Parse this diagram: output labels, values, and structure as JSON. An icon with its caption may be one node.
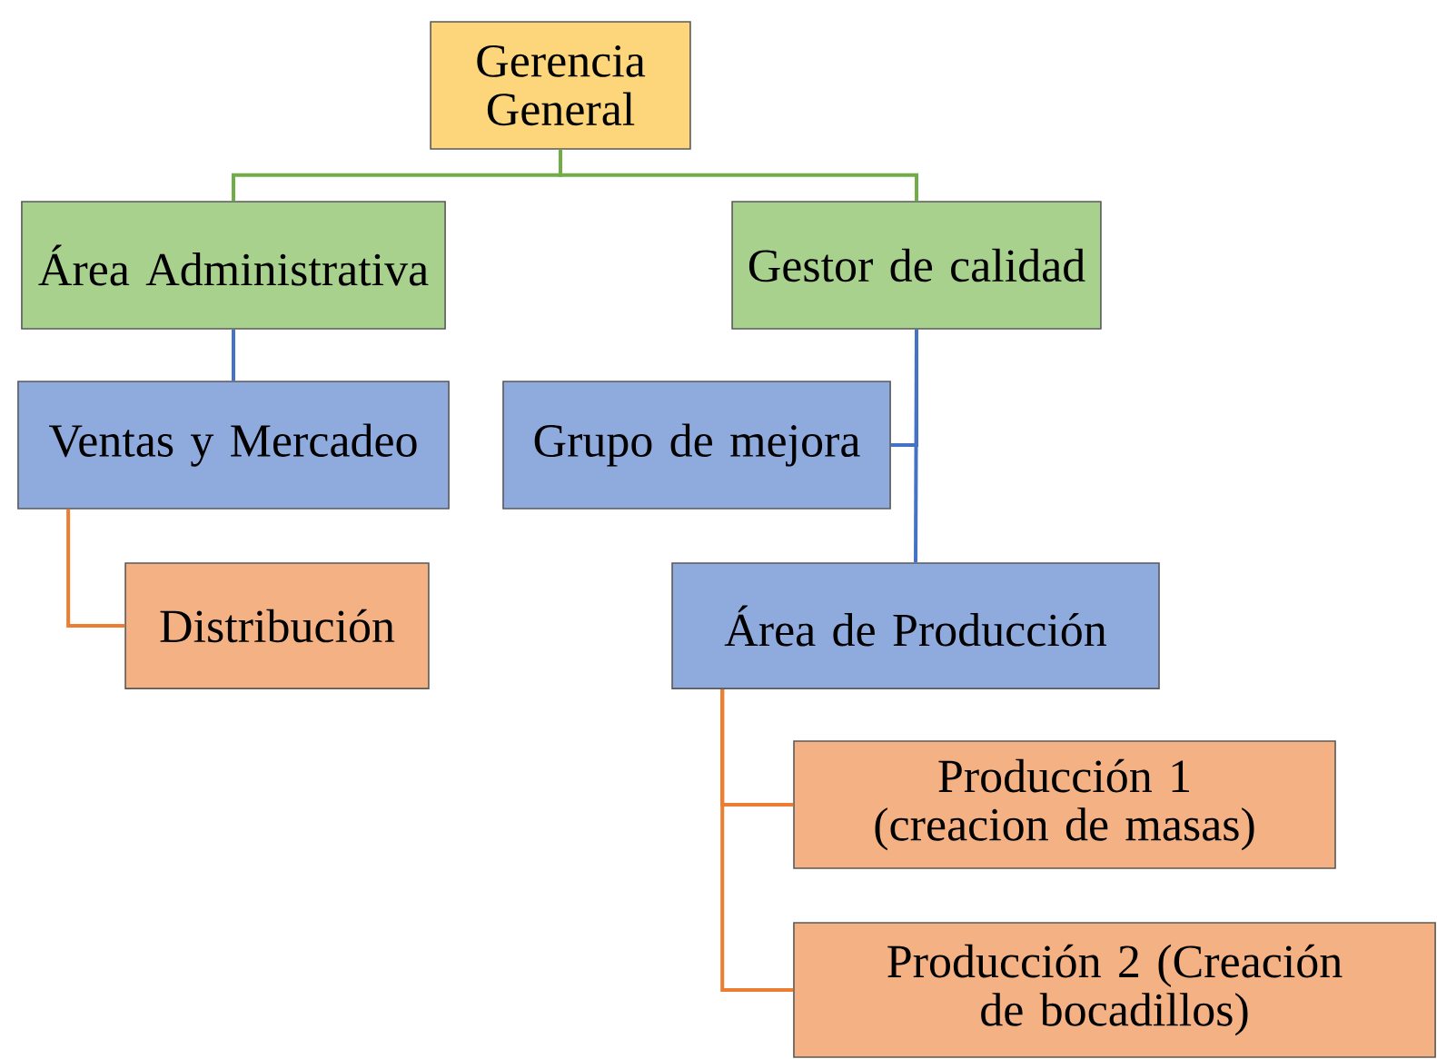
{
  "diagram": {
    "nodes": [
      {
        "text": [
          "Gerencia General"
        ]
      },
      {
        "text": [
          "Área Administrativa"
        ]
      },
      {
        "text": [
          "Gestor de calidad"
        ]
      },
      {
        "text": [
          "Ventas y Mercadeo"
        ]
      },
      {
        "text": [
          "Grupo de mejora"
        ]
      },
      {
        "text": [
          "Distribución"
        ]
      },
      {
        "text": [
          "Área de Producción"
        ]
      },
      {
        "text": [
          "Producción 1 (creacion de masas)"
        ]
      },
      {
        "text": [
          "Producción 2 (Creación de bocadillos)"
        ]
      }
    ],
    "edges": [
      {
        "from": 0,
        "to": 1,
        "arrow": "none",
        "color": "#70ad47"
      },
      {
        "from": 0,
        "to": 2,
        "arrow": "none",
        "color": "#70ad47"
      },
      {
        "from": 1,
        "to": 3,
        "arrow": "none",
        "color": "#4472c4"
      },
      {
        "from": 2,
        "to": 4,
        "arrow": "none",
        "color": "#4472c4"
      },
      {
        "from": 2,
        "to": 6,
        "arrow": "none",
        "color": "#4472c4"
      },
      {
        "from": 3,
        "to": 5,
        "arrow": "none",
        "color": "#ed7d31"
      },
      {
        "from": 6,
        "to": 7,
        "arrow": "none",
        "color": "#ed7d31"
      },
      {
        "from": 6,
        "to": 8,
        "arrow": "none",
        "color": "#ed7d31"
      }
    ]
  }
}
